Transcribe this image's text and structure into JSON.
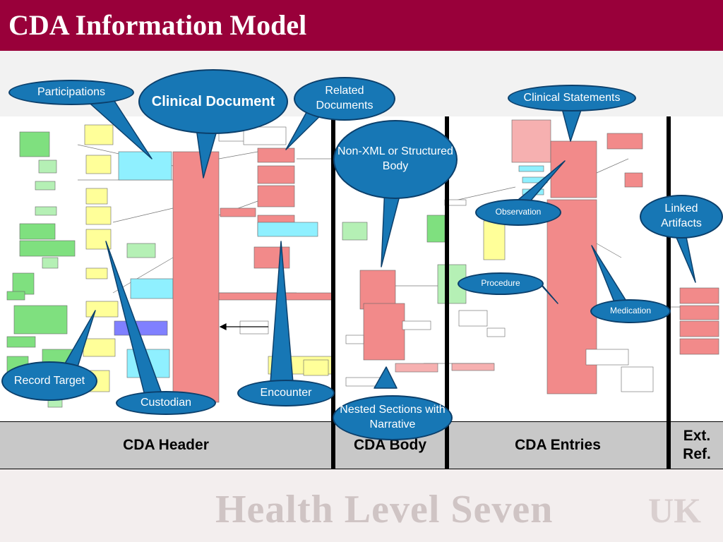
{
  "title": "CDA Information Model",
  "watermark": {
    "main": "Health Level Seven",
    "suffix": "UK"
  },
  "footer": {
    "header_label": "CDA Header",
    "body_label": "CDA Body",
    "entries_label": "CDA Entries",
    "ext_ref_label": "Ext.\nRef."
  },
  "callouts": {
    "participations": "Participations",
    "clinical_document": "Clinical Document",
    "related_documents": "Related Documents",
    "clinical_statements": "Clinical Statements",
    "non_xml_body": "Non-XML or Structured Body",
    "observation": "Observation",
    "linked_artifacts": "Linked Artifacts",
    "procedure": "Procedure",
    "medication": "Medication",
    "record_target": "Record Target",
    "custodian": "Custodian",
    "encounter": "Encounter",
    "nested_sections": "Nested Sections with Narrative"
  },
  "colors": {
    "title_bar": "#99003a",
    "callout_fill": "#1777b5",
    "callout_border": "#0b3f6b",
    "footer_fill": "#c8c8c8",
    "uml_red": "#f28a8a",
    "uml_green": "#7fe07f",
    "uml_yellow": "#ffff99",
    "uml_cyan": "#8ff0ff",
    "uml_blue": "#8080ff",
    "uml_pink": "#ffb3b3"
  }
}
